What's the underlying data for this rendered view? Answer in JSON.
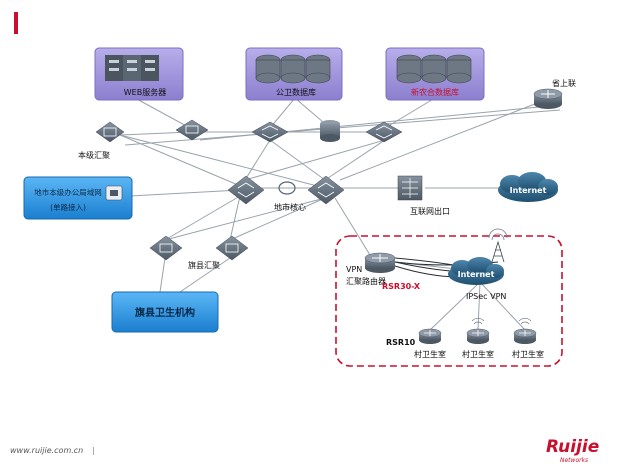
{
  "labels": {
    "web_servers": "WEB服务器",
    "police_db": "公卫数据库",
    "ncms_db": "新农合数据库",
    "province_uplink": "省上联",
    "local_aggregation": "本级汇聚",
    "city_local_office_lan": "地市本级办公局域网",
    "single_access": "(单路接入)",
    "city_core": "地市核心",
    "internet_exit": "互联网出口",
    "internet_1": "Internet",
    "internet_2": "Internet",
    "county_aggregation": "旗县汇聚",
    "county_health_org": "旗县卫生机构",
    "vpn": "VPN",
    "vpn_router": "汇聚路由器",
    "rsr30": "RSR30-X",
    "ipsec_vpn": "IPSec VPN",
    "rsr10": "RSR10",
    "clinic_1": "村卫生室",
    "clinic_2": "村卫生室",
    "clinic_3": "村卫生室"
  },
  "footer": {
    "url": "www.ruijie.com.cn",
    "separator": "|",
    "brand": "Ruijie",
    "brand_sub": "Networks"
  },
  "colors": {
    "accent_red": "#c8102e",
    "group_fill": "#9b8fd8",
    "blue_box": "#1f8fe0",
    "device_dark": "#5f6b78",
    "cloud": "#2e6a8f"
  }
}
